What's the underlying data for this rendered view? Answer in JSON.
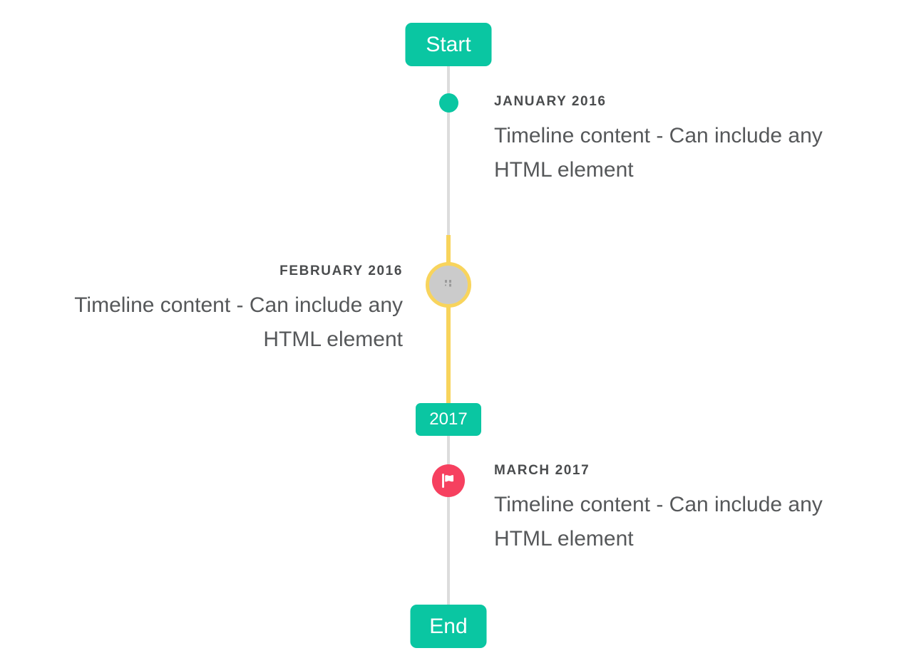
{
  "colors": {
    "teal": "#0ac6a2",
    "period_yellow": "#f8d45c",
    "red": "#f6405f",
    "line_gray": "#dcdcdc",
    "marker_fill_gray": "#cbcbcb",
    "broken_image_icon_gray": "#9a9a9a",
    "title_text": "#4a4c4e",
    "content_text": "#56585a",
    "badge_text": "#ffffff",
    "background": "#ffffff"
  },
  "timeline": {
    "start_label": "Start",
    "year_label": "2017",
    "end_label": "End",
    "entries": [
      {
        "title": "JANUARY 2016",
        "content_lines": [
          "Timeline content - Can include any",
          "HTML element"
        ],
        "side": "right",
        "marker": "teal-dot"
      },
      {
        "title": "FEBRUARY 2016",
        "content_lines": [
          "Timeline content - Can include any",
          "HTML element"
        ],
        "side": "left",
        "marker": "image-circle-with-yellow-ring"
      },
      {
        "title": "MARCH 2017",
        "content_lines": [
          "Timeline content - Can include any",
          "HTML element"
        ],
        "side": "right",
        "marker": "red-flag-circle"
      }
    ]
  }
}
